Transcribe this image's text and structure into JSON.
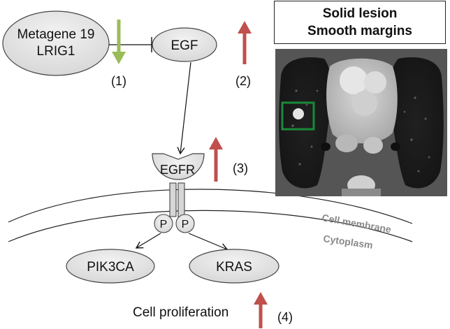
{
  "nodes": {
    "metagene_line1": "Metagene 19",
    "metagene_line2": "LRIG1",
    "egf": "EGF",
    "egfr": "EGFR",
    "phospho_left": "P",
    "phospho_right": "P",
    "pik3ca": "PIK3CA",
    "kras": "KRAS"
  },
  "markers": {
    "m1": "(1)",
    "m2": "(2)",
    "m3": "(3)",
    "m4": "(4)"
  },
  "labels": {
    "cell_membrane": "Cell membrane",
    "cytoplasm": "Cytoplasm",
    "cell_proliferation": "Cell proliferation"
  },
  "ct_panel": {
    "title_line1": "Solid lesion",
    "title_line2": "Smooth margins"
  },
  "colors": {
    "down_arrow": "#9bbb59",
    "up_arrow": "#c0504d",
    "node_fill": "#e3e3e3",
    "highlight_box": "#1a8a3a",
    "membrane_label": "#8a8a8a"
  }
}
